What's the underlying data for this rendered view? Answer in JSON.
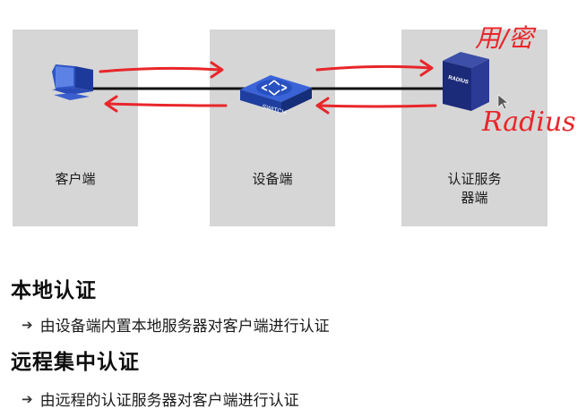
{
  "panels": {
    "client": "客户端",
    "switch": "设备端",
    "server_line1": "认证服务",
    "server_line2": "器端"
  },
  "device_labels": {
    "switch": "SWITCH",
    "server": "RADIUS"
  },
  "annotations": {
    "top_right": "用/密",
    "right": "Radius"
  },
  "sections": [
    {
      "title": "本地认证",
      "bullet": "由设备端内置本地服务器对客户端进行认证"
    },
    {
      "title": "远程集中认证",
      "bullet": "由远程的认证服务器对客户端进行认证"
    }
  ],
  "colors": {
    "panel": "#d6d6d6",
    "ink_red": "#e8262a",
    "device_blue": "#1f3fa0",
    "server_blue": "#1c2a7a"
  }
}
